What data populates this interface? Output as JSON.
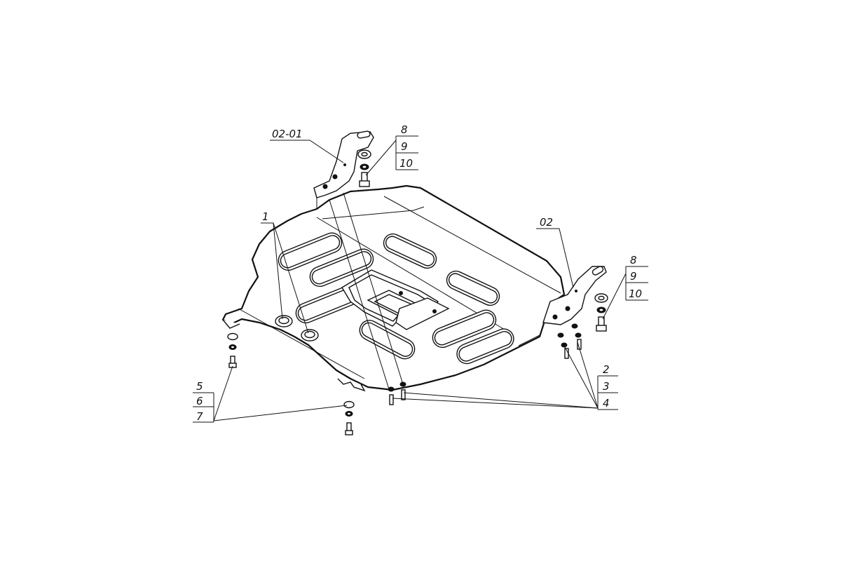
{
  "callouts": {
    "bracket_left": "02-01",
    "bracket_right": "02",
    "plate": "1",
    "fasteners_top_left": [
      "8",
      "9",
      "10"
    ],
    "fasteners_top_right": [
      "8",
      "9",
      "10"
    ],
    "fasteners_bottom_right": [
      "2",
      "3",
      "4"
    ],
    "fasteners_bottom_left": [
      "5",
      "6",
      "7"
    ]
  }
}
